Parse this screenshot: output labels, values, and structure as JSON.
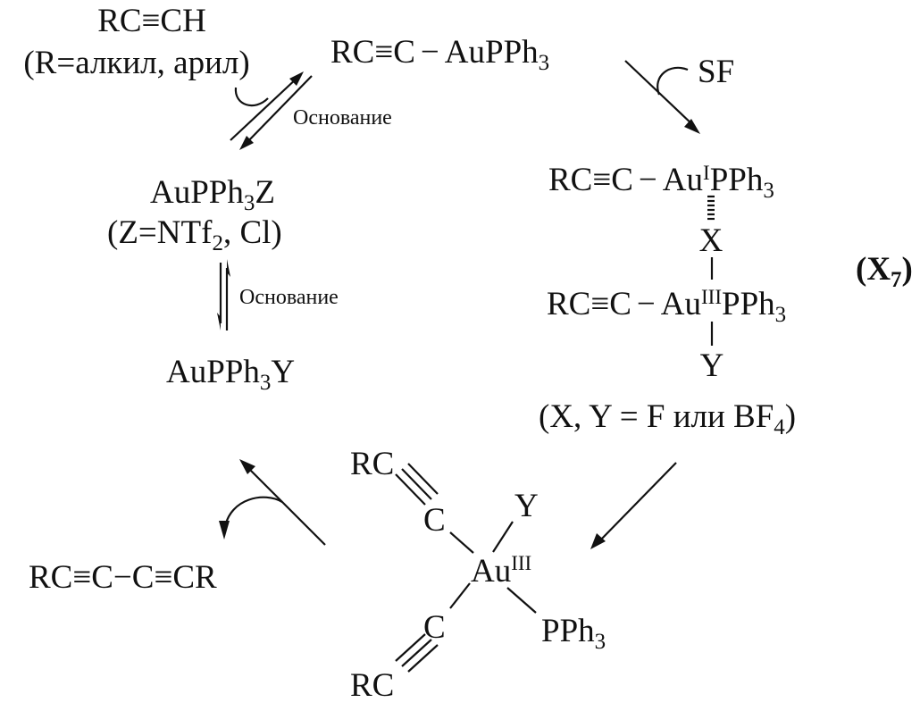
{
  "title": "Catalytic cycle of gold-catalysed alkyne homocoupling",
  "colors": {
    "ink": "#111111",
    "background": "#ffffff"
  },
  "species": {
    "alkyne": {
      "formula": "RC≡CH",
      "note": "(R=алкил, арил)"
    },
    "gold_acetylide": {
      "left": "RC≡C",
      "bond": "−",
      "metal": "AuPPh",
      "sub": "3"
    },
    "catalyst": {
      "metal": "AuPPh",
      "sub": "3",
      "suffix": "Z",
      "note_a": "(Z=NTf",
      "note_sub": "2",
      "note_b": ", Cl)"
    },
    "catalyst_y": {
      "metal": "AuPPh",
      "sub": "3",
      "suffix": "Y"
    },
    "dimer": {
      "top_left": "RC≡C",
      "top_metal": "Au",
      "top_ox": "I",
      "top_ligand": "PPh",
      "top_sub": "3",
      "bridge": "X",
      "bottom_left": "RC≡C",
      "bottom_metal": "Au",
      "bottom_ox": "III",
      "bottom_ligand": "PPh",
      "bottom_sub": "3",
      "bottom_ligand2": "Y",
      "label_a": "(X",
      "label_sub": "7",
      "label_b": ")",
      "note_a": "(X, Y = F или BF",
      "note_sub": "4",
      "note_b": ")"
    },
    "bis_acetylide": {
      "rc_top": "RC",
      "c_top": "C",
      "y": "Y",
      "metal": "Au",
      "ox": "III",
      "c_bottom": "C",
      "rc_bottom": "RC",
      "ligand": "PPh",
      "ligand_sub": "3"
    },
    "product": {
      "formula": "RC≡C−C≡CR"
    }
  },
  "reagents": {
    "base_1": "Основание",
    "base_2": "Основание",
    "oxidant": "SF"
  }
}
